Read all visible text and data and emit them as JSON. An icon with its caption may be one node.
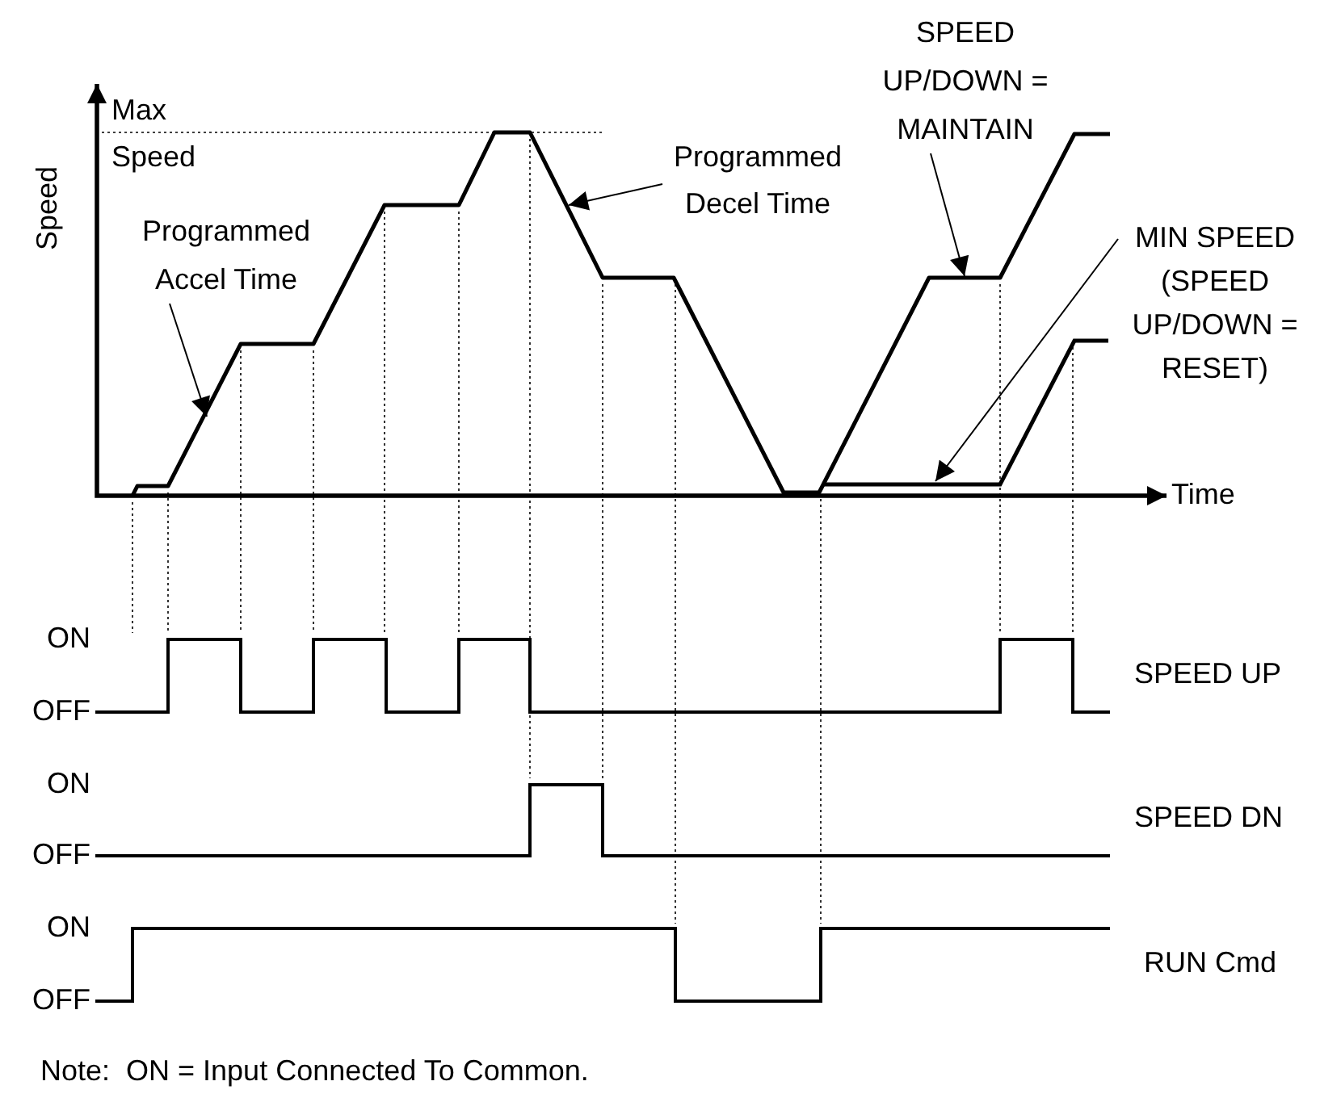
{
  "diagram": {
    "nodes": [
      {
        "text": [
          "Programmed Accel Time"
        ]
      },
      {
        "text": [
          "Programmed Decel Time"
        ]
      },
      {
        "text": [
          "SPEED UP/DOWN = MAINTAIN"
        ]
      },
      {
        "text": [
          "MIN SPEED (SPEED UP/DOWN = RESET)"
        ]
      },
      {
        "text": [],
        "shape": "line"
      }
    ],
    "edges": [
      {
        "from": 0,
        "to": null,
        "arrow": "to"
      },
      {
        "from": 1,
        "to": null,
        "arrow": "to"
      },
      {
        "from": 2,
        "to": null,
        "arrow": "to"
      },
      {
        "from": 3,
        "to": 4,
        "arrow": "to"
      }
    ],
    "labels": [
      "Speed",
      "Max Speed",
      "Time",
      "ON",
      "OFF",
      "SPEED UP",
      "ON",
      "OFF",
      "SPEED DN",
      "ON",
      "OFF",
      "RUN Cmd",
      "Note:  ON = Input Connected To Common."
    ]
  }
}
